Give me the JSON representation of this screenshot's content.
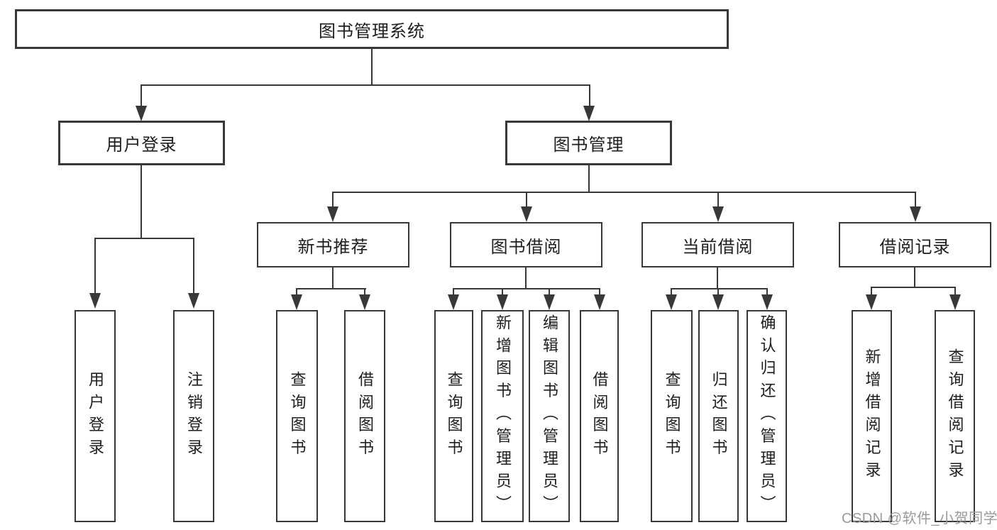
{
  "diagram": {
    "root": {
      "label": "图书管理系统"
    },
    "level2": [
      {
        "label": "用户登录",
        "children": [
          "用户登录",
          "注销登录"
        ]
      },
      {
        "label": "图书管理"
      }
    ],
    "level3": [
      {
        "label": "新书推荐",
        "children": [
          "查询图书",
          "借阅图书"
        ]
      },
      {
        "label": "图书借阅",
        "children": [
          "查询图书",
          "新增图书（管理员）",
          "编辑图书（管理员）",
          "借阅图书"
        ]
      },
      {
        "label": "当前借阅",
        "children": [
          "查询图书",
          "归还图书",
          "确认归还（管理员）"
        ]
      },
      {
        "label": "借阅记录",
        "children": [
          "新增借阅记录",
          "查询借阅记录"
        ]
      }
    ]
  },
  "watermark": {
    "text": "CSDN @软件_小贺同学",
    "color": "#9a9a9a"
  },
  "colors": {
    "line": "#383838",
    "box_border": "#383838",
    "text": "#1e1e1e",
    "background": "#ffffff"
  }
}
